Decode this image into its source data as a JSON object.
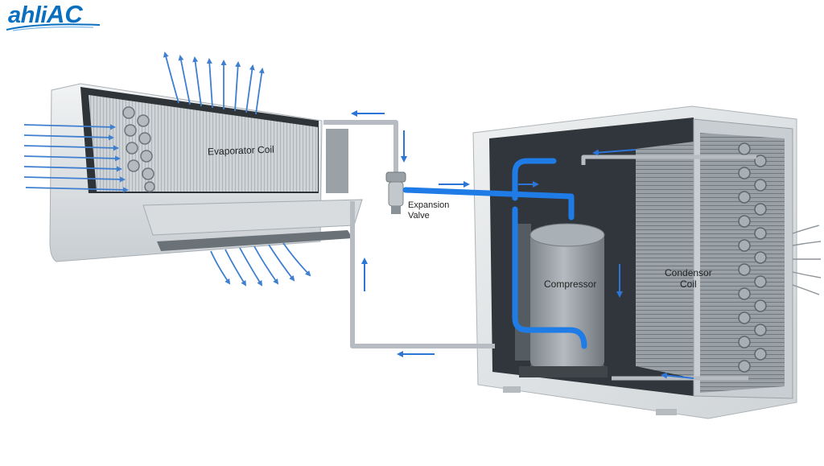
{
  "logo": {
    "part1": "ahli",
    "part2": "AC"
  },
  "labels": {
    "evaporator": "Evaporator Coil",
    "expansion_line1": "Expansion",
    "expansion_line2": "Valve",
    "compressor": "Compressor",
    "condensor_line1": "Condensor",
    "condensor_line2": "Coil"
  },
  "colors": {
    "logo": "#0a6fbf",
    "refrigerant": "#1f7be6",
    "airflow": "#3f7fd0",
    "pipe": "#b9bfc4",
    "unit_body": "#e7eaec",
    "compressor": "#9aa1a7"
  },
  "icons": [
    "flow-arrow-icon",
    "airflow-arrow-icon"
  ]
}
